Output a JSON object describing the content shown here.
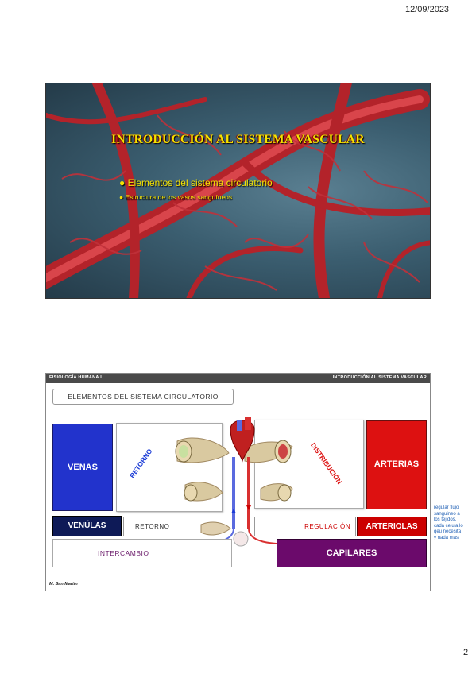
{
  "header": {
    "date": "12/09/2023"
  },
  "footer": {
    "page_number": "2"
  },
  "slide1": {
    "title": "INTRODUCCIÓN AL SISTEMA VASCULAR",
    "bullets": [
      "Elementos del sistema circulatorio",
      "Estructura de los vasos sanguíneos"
    ],
    "colors": {
      "title": "#f5e300",
      "background": "#3b5e70",
      "vessels": "#b3232a"
    }
  },
  "slide2": {
    "header_left": "FISIOLOGÍA HUMANA I",
    "header_right": "INTRODUCCIÓN AL SISTEMA VASCULAR",
    "section_title": "ELEMENTOS DEL SISTEMA CIRCULATORIO",
    "venas": "VENAS",
    "retorno_big": "RETORNO",
    "distribucion": "DISTRIBUCIÓN",
    "arterias": "ARTERIAS",
    "venulas": "VENÚLAS",
    "retorno_small": "RETORNO",
    "regulacion": "REGULACIÓN",
    "arteriolas": "ARTERIOLAS",
    "intercambio": "INTERCAMBIO",
    "capilares": "CAPILARES",
    "author": "M. San Martín",
    "colors": {
      "venas": "#2233cc",
      "venulas": "#0e1a57",
      "arterias": "#dd1111",
      "arteriolas": "#cc0000",
      "capilares": "#6b0a6b"
    }
  },
  "note": {
    "lines": [
      "regular flujo",
      "sanguineo a",
      "los tejidos,",
      "cada celula lo",
      "qeu necesita",
      "y nada mas"
    ]
  }
}
